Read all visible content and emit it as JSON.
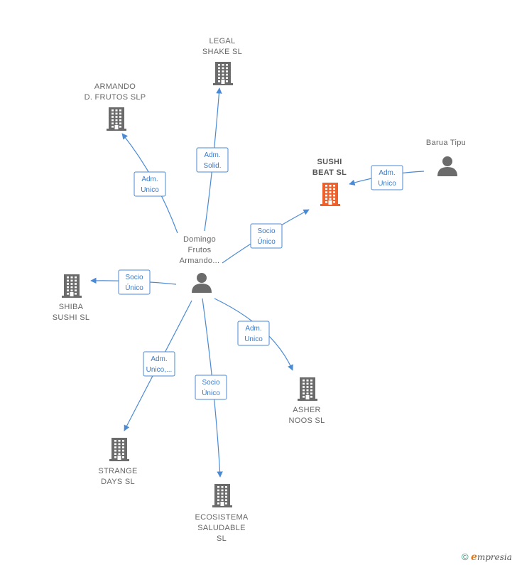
{
  "colors": {
    "edge": "#4a8ad4",
    "node": "#6b6b6b",
    "highlight": "#f0602b"
  },
  "nodes": [
    {
      "id": "legal",
      "type": "company",
      "label": [
        "LEGAL",
        "SHAKE  SL"
      ]
    },
    {
      "id": "armando",
      "type": "company",
      "label": [
        "ARMANDO",
        "D.  FRUTOS  SLP"
      ]
    },
    {
      "id": "sushibeat",
      "type": "company",
      "highlight": true,
      "label": [
        "SUSHI",
        "BEAT  SL"
      ]
    },
    {
      "id": "barua",
      "type": "person",
      "label": [
        "Barua Tipu"
      ]
    },
    {
      "id": "domingo",
      "type": "person",
      "label": [
        "Domingo",
        "Frutos",
        "Armando..."
      ]
    },
    {
      "id": "shiba",
      "type": "company",
      "label": [
        "SHIBA",
        "SUSHI  SL"
      ]
    },
    {
      "id": "asher",
      "type": "company",
      "label": [
        "ASHER",
        "NOOS  SL"
      ]
    },
    {
      "id": "strange",
      "type": "company",
      "label": [
        "STRANGE",
        "DAYS  SL"
      ]
    },
    {
      "id": "ecosistema",
      "type": "company",
      "label": [
        "ECOSISTEMA",
        "SALUDABLE",
        "SL"
      ]
    }
  ],
  "edges": [
    {
      "id": "e-legal",
      "from": "domingo",
      "to": "legal",
      "label": [
        "Adm.",
        "Solid."
      ]
    },
    {
      "id": "e-armando",
      "from": "domingo",
      "to": "armando",
      "label": [
        "Adm.",
        "Unico"
      ]
    },
    {
      "id": "e-sushibeat",
      "from": "domingo",
      "to": "sushibeat",
      "label": [
        "Socio",
        "Único"
      ]
    },
    {
      "id": "e-barua",
      "from": "barua",
      "to": "sushibeat",
      "label": [
        "Adm.",
        "Unico"
      ]
    },
    {
      "id": "e-shiba",
      "from": "domingo",
      "to": "shiba",
      "label": [
        "Socio",
        "Único"
      ]
    },
    {
      "id": "e-asher",
      "from": "domingo",
      "to": "asher",
      "label": [
        "Adm.",
        "Unico"
      ]
    },
    {
      "id": "e-strange",
      "from": "domingo",
      "to": "strange",
      "label": [
        "Adm.",
        "Unico,..."
      ]
    },
    {
      "id": "e-ecosistema",
      "from": "domingo",
      "to": "ecosistema",
      "label": [
        "Socio",
        "Único"
      ]
    }
  ],
  "brand": {
    "copyright": "©",
    "initial": "e",
    "name": "mpresia"
  }
}
